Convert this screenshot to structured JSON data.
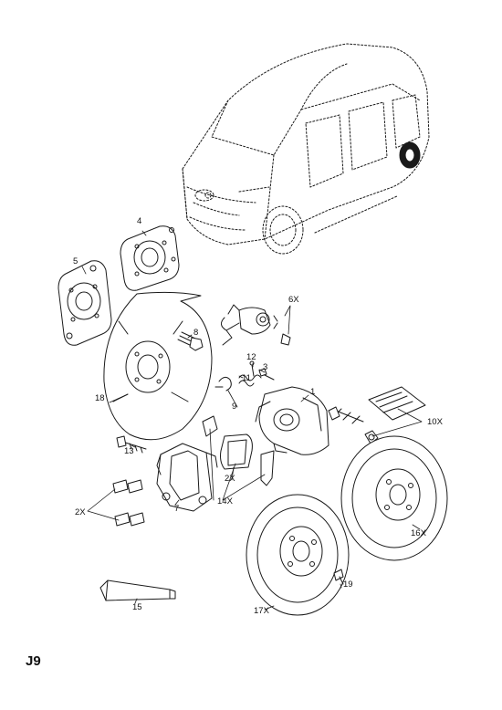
{
  "page_ref": "J9",
  "callouts": {
    "c1": "1",
    "c2x": "2X",
    "c2x_b": "2X",
    "c3": "3",
    "c4": "4",
    "c5": "5",
    "c6x": "6X",
    "c7": "7",
    "c8": "8",
    "c9": "9",
    "c10x": "10X",
    "c11": "11",
    "c12": "12",
    "c13": "13",
    "c14x": "14X",
    "c15": "15",
    "c16x": "16X",
    "c17x": "17X",
    "c18": "18",
    "c19": "19"
  },
  "colors": {
    "stroke": "#1a1a1a",
    "fill": "#ffffff",
    "shade": "#d8d8d8"
  }
}
